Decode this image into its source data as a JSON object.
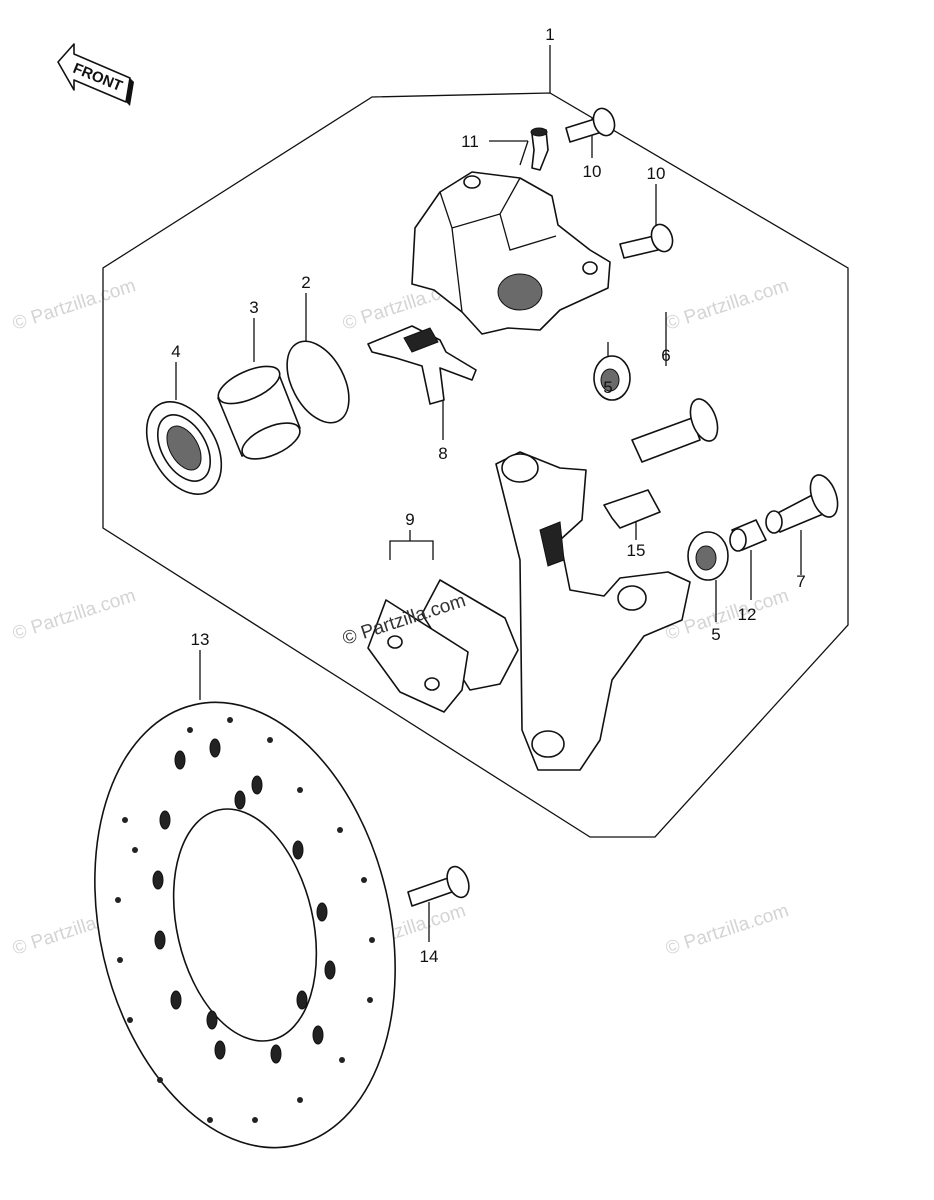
{
  "front_label": "FRONT",
  "callouts": [
    "1",
    "2",
    "3",
    "4",
    "5",
    "6",
    "7",
    "8",
    "9",
    "10",
    "10",
    "11",
    "12",
    "13",
    "14",
    "15",
    "5"
  ],
  "watermark_main": "© Partzilla.com",
  "watermark_repeat": "© Partzilla.com"
}
